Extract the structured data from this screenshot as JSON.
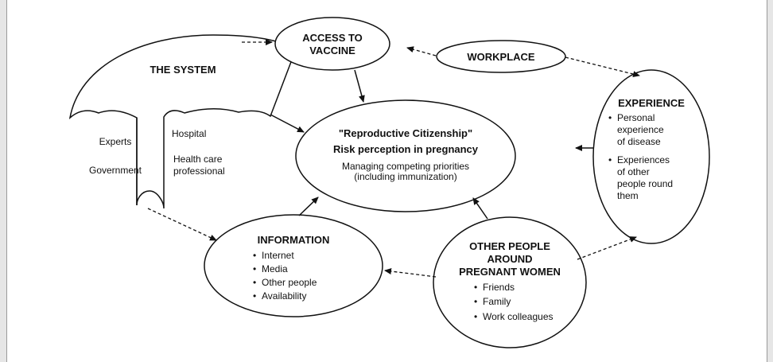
{
  "system": {
    "title": "THE SYSTEM",
    "left_items": [
      "Experts",
      "Government"
    ],
    "right_items": [
      "Hospital",
      "Health care",
      "professional"
    ]
  },
  "vaccine": {
    "lines": [
      "ACCESS TO",
      "VACCINE"
    ]
  },
  "workplace": {
    "label": "WORKPLACE"
  },
  "center": {
    "title": "\"Reproductive Citizenship\"",
    "subtitle": "Risk perception in pregnancy",
    "lines": [
      "Managing competing priorities",
      "(including immunization)"
    ]
  },
  "experience": {
    "title": "EXPERIENCE",
    "bullets": [
      [
        "Personal",
        "experience",
        "of disease"
      ],
      [
        "Experiences",
        "of other",
        "people round",
        "them"
      ]
    ]
  },
  "information": {
    "title": "INFORMATION",
    "bullets": [
      "Internet",
      "Media",
      "Other people",
      "Availability"
    ]
  },
  "other_people": {
    "title_lines": [
      "OTHER PEOPLE",
      "AROUND",
      "PREGNANT WOMEN"
    ],
    "bullets": [
      "Friends",
      "Family",
      "Work colleagues"
    ]
  },
  "colors": {
    "stroke": "#111111",
    "page": "#ffffff",
    "frame": "#9a9a9a",
    "outer": "#e6e6e6"
  }
}
